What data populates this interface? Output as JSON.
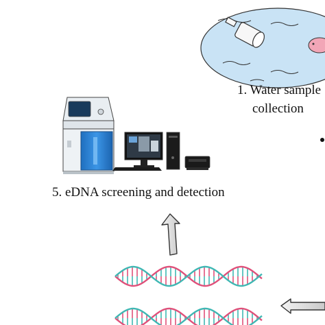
{
  "labels": {
    "step1_line1": "1. Water sample",
    "step1_line2": "collection",
    "step5": "5.  eDNA screening and detection"
  },
  "icons": [
    "water-bottle-icon",
    "fish-icon",
    "gel-imager-icon",
    "computer-monitor-icon",
    "pc-tower-icon",
    "printer-icon",
    "dna-helix-icon",
    "up-arrow-icon",
    "left-arrow-icon"
  ],
  "colors": {
    "water_fill": "#c9e3f5",
    "imager_blue": "#2a7fd0",
    "helix_teal": "#3fb7b3",
    "helix_pink": "#e0507a",
    "arrow_fill": "#d8d8d8"
  }
}
